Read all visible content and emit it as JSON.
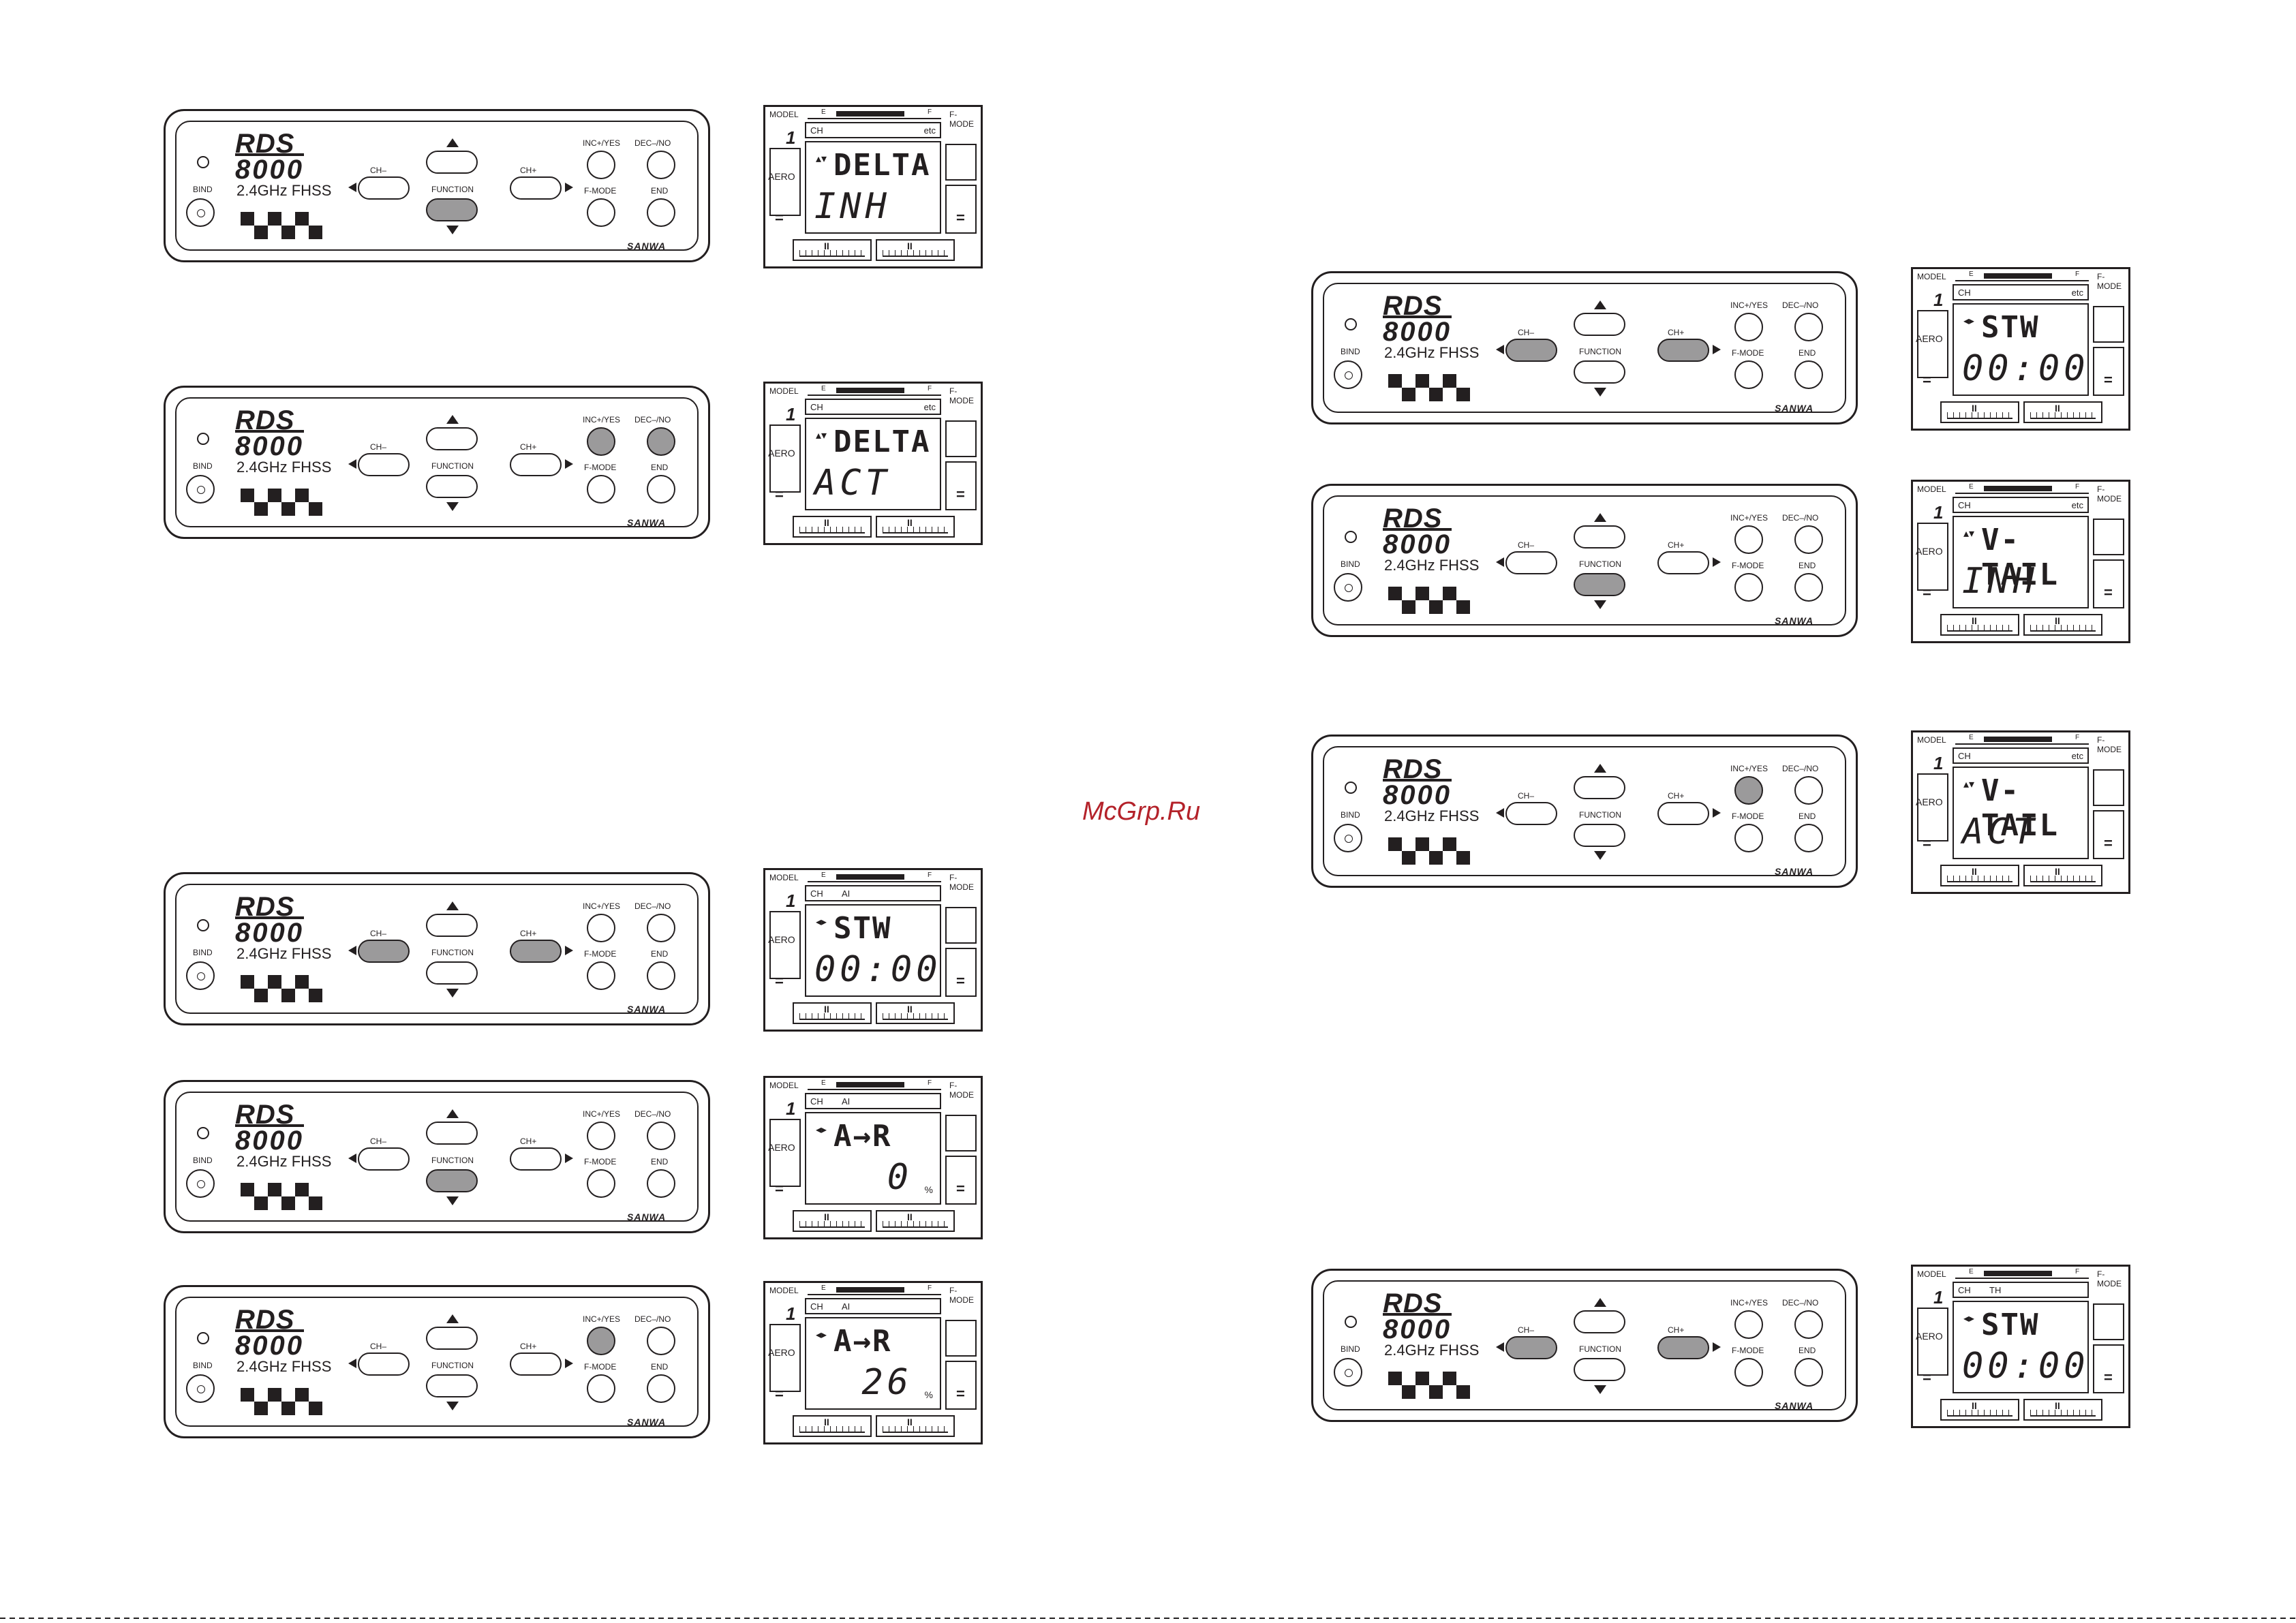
{
  "watermark": "McGrp.Ru",
  "panel_text": {
    "brand": "RDS",
    "model_number": "8000",
    "frequency": "2.4GHz FHSS",
    "maker": "SANWA",
    "bind": "BIND",
    "ch_minus": "CH–",
    "ch_plus": "CH+",
    "function": "FUNCTION",
    "inc_yes": "INC+/YES",
    "dec_no": "DEC–/NO",
    "f_mode": "F-MODE",
    "end": "END"
  },
  "lcd_text": {
    "model": "MODEL",
    "model_num": "1",
    "aero": "AERO",
    "fmode": "F-MODE",
    "e": "E",
    "f": "F",
    "eq": "=",
    "ii": "II"
  },
  "units": [
    {
      "pressed": [
        "function"
      ],
      "lcd": {
        "ch": "CH",
        "sub": "",
        "etc": "etc",
        "top": "DELTA",
        "bottom": "INH",
        "pct": "",
        "arrows": "▴▾"
      }
    },
    {
      "pressed": [
        "inc_yes",
        "dec_no"
      ],
      "lcd": {
        "ch": "CH",
        "sub": "",
        "etc": "etc",
        "top": "DELTA",
        "bottom": "ACT",
        "pct": "",
        "arrows": "▴▾"
      }
    },
    {
      "pressed": [
        "ch_minus",
        "ch_plus"
      ],
      "lcd": {
        "ch": "CH",
        "sub": "AI",
        "etc": "",
        "top": "STW",
        "bottom": "00:00",
        "pct": "",
        "arrows": "◂▸"
      }
    },
    {
      "pressed": [
        "function"
      ],
      "lcd": {
        "ch": "CH",
        "sub": "AI",
        "etc": "",
        "top": "A→R",
        "bottom": "0",
        "pct": "%",
        "arrows": "◂▸"
      }
    },
    {
      "pressed": [
        "inc_yes"
      ],
      "lcd": {
        "ch": "CH",
        "sub": "AI",
        "etc": "",
        "top": "A→R",
        "bottom": "26",
        "pct": "%",
        "arrows": "◂▸"
      }
    },
    {
      "pressed": [
        "ch_minus",
        "ch_plus"
      ],
      "lcd": {
        "ch": "CH",
        "sub": "",
        "etc": "etc",
        "top": "STW",
        "bottom": "00:00",
        "pct": "",
        "arrows": "◂▸"
      }
    },
    {
      "pressed": [
        "function"
      ],
      "lcd": {
        "ch": "CH",
        "sub": "",
        "etc": "etc",
        "top": "V-TAIL",
        "bottom": "INH",
        "pct": "",
        "arrows": "▴▾"
      }
    },
    {
      "pressed": [
        "inc_yes"
      ],
      "lcd": {
        "ch": "CH",
        "sub": "",
        "etc": "etc",
        "top": "V-TAIL",
        "bottom": "ACT",
        "pct": "",
        "arrows": "▴▾"
      }
    },
    {
      "pressed": [
        "ch_minus",
        "ch_plus"
      ],
      "lcd": {
        "ch": "CH",
        "sub": "TH",
        "etc": "",
        "top": "STW",
        "bottom": "00:00",
        "pct": "",
        "arrows": "◂▸"
      }
    }
  ]
}
